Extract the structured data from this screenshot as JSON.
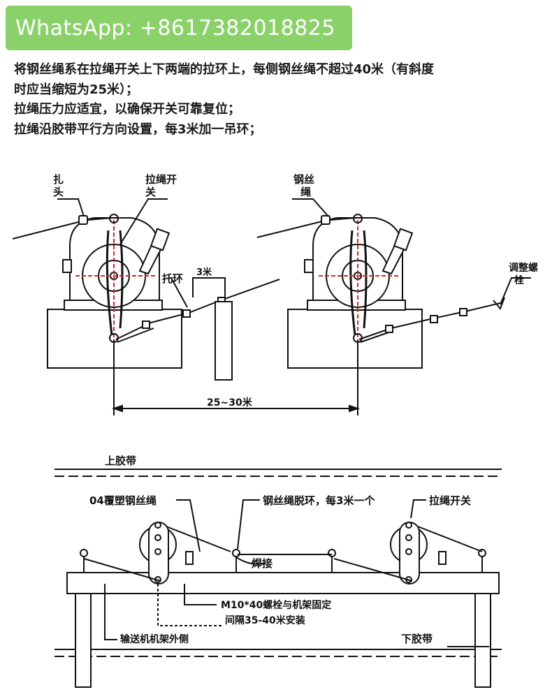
{
  "banner": {
    "text": "WhatsApp: +8617382018825",
    "color": "#8bd16a"
  },
  "instructions": [
    "将钢丝绳系在拉绳开关上下两端的拉环上，每侧钢丝绳不超过40米（有斜度",
    "时应当缩短为25米）；",
    "拉绳压力应适宜，以确保开关可靠复位；",
    "拉绳沿胶带平行方向设置，每3米加一吊环；"
  ],
  "top_diagram": {
    "labels": {
      "knot_head": [
        "扎",
        "头"
      ],
      "pull_switch": [
        "拉绳开",
        "关"
      ],
      "support_ring": "托环",
      "spacing_3m": "3米",
      "span": "25~30米",
      "wire_rope": [
        "钢丝",
        "绳"
      ],
      "adjust_bolt": [
        "调整螺",
        "栓"
      ]
    }
  },
  "bottom_diagram": {
    "labels": {
      "upper_belt": "上胶带",
      "coated_rope": "04覆塑钢丝绳",
      "rope_ring": "钢丝绳脱环，每3米一个",
      "pull_switch": "拉绳开关",
      "weld": "焊接",
      "bolt_fix": "M10*40螺栓与机架固定",
      "interval": "间隔35-40米安装",
      "frame_outer": "输送机机架外侧",
      "lower_belt": "下胶带"
    }
  }
}
